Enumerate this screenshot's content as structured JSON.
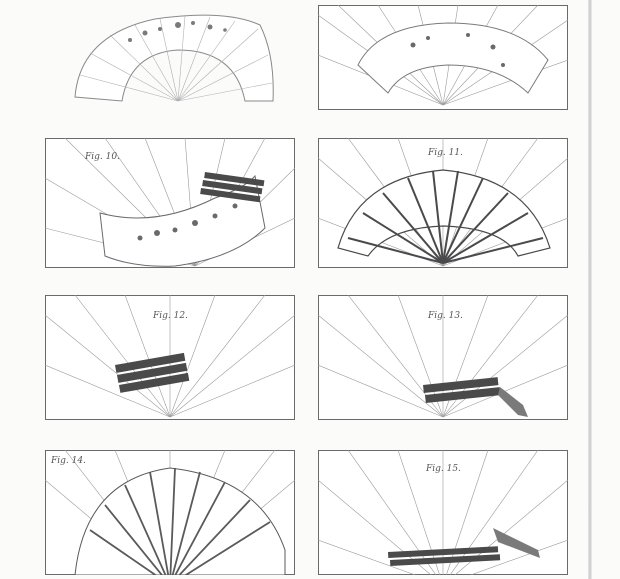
{
  "plate": {
    "ink_color": "#4a4a4a",
    "line_color": "#8a8a8a",
    "paper_color": "#fbfbfa"
  },
  "figures": [
    {
      "id": "top-left",
      "label": ""
    },
    {
      "id": "top-right",
      "label": ""
    },
    {
      "id": "fig-10",
      "label": "Fig. 10."
    },
    {
      "id": "fig-11",
      "label": "Fig. 11."
    },
    {
      "id": "fig-12",
      "label": "Fig. 12."
    },
    {
      "id": "fig-13",
      "label": "Fig. 13."
    },
    {
      "id": "fig-14",
      "label": "Fig. 14."
    },
    {
      "id": "fig-15",
      "label": "Fig. 15."
    }
  ]
}
